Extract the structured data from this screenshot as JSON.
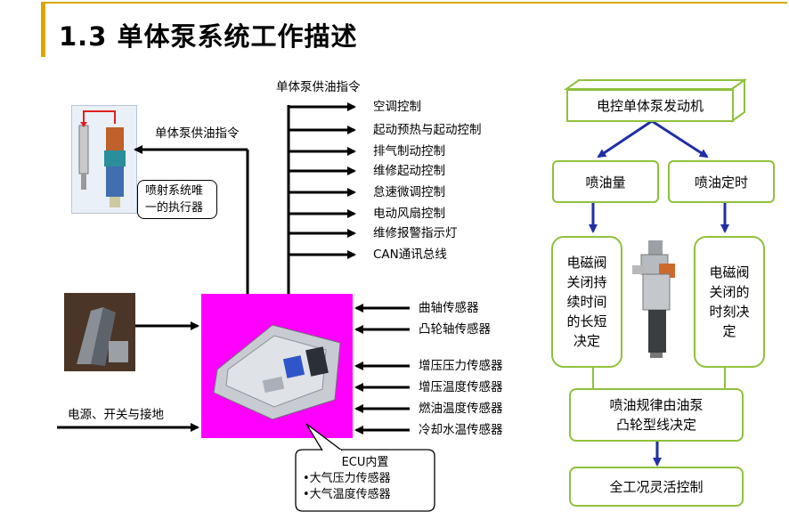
{
  "title": "1.3 单体泵系统工作描述",
  "left_panel": {
    "top_command_label": "单体泵供油指令",
    "side_command_label": "单体泵供油指令",
    "injector_callout_line1": "喷射系统唯",
    "injector_callout_line2": "一的执行器",
    "power_label": "电源、开关与接地",
    "outputs": [
      "空调控制",
      "起动预热与起动控制",
      "排气制动控制",
      "维修起动控制",
      "怠速微调控制",
      "电动风扇控制",
      "维修报警指示灯",
      "CAN通讯总线"
    ],
    "sensors_upper": [
      "曲轴传感器",
      "凸轮轴传感器"
    ],
    "sensors_lower": [
      "增压压力传感器",
      "增压温度传感器",
      "燃油温度传感器",
      "冷却水温传感器"
    ],
    "ecu_callout": {
      "title": "ECU内置",
      "items": [
        "•大气压力传感器",
        "•大气温度传感器"
      ]
    }
  },
  "right_panel": {
    "engine": "电控单体泵发动机",
    "fuel_quantity": "喷油量",
    "injection_timing": "喷油定时",
    "quantity_desc": [
      "电磁阀",
      "关闭持",
      "续时间",
      "的长短",
      "决定"
    ],
    "timing_desc": [
      "电磁阀",
      "关闭的",
      "时刻决",
      "定"
    ],
    "law_line1": "喷油规律由油泵",
    "law_line2": "凸轮型线决定",
    "full_control": "全工况灵活控制"
  },
  "colors": {
    "title_accent": "#d8a800",
    "box_border": "#8fc13b",
    "arrow_blue": "#1f2fa6",
    "ecu_background": "#ff00ff"
  }
}
